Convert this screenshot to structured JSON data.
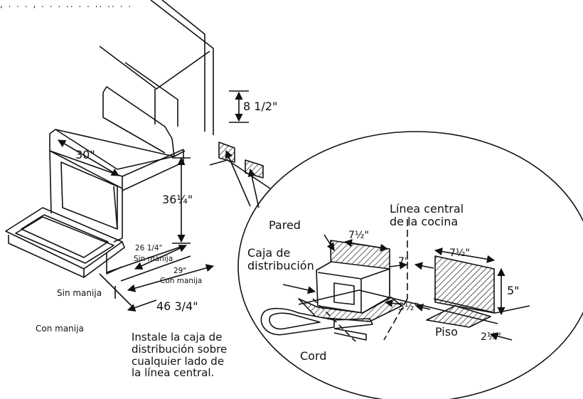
{
  "header_text": ", . . . , . . . .. . . .. .. . .",
  "dimensions": {
    "width_30": "30\"",
    "height_36": "36¼\"",
    "height_8_5": "8 1/2\"",
    "depth_26_25": "26 1/4\"",
    "depth_29": "29\"",
    "depth_46_75": "46 3/4\"",
    "box_width": "7½\"",
    "center_offset": "7\"",
    "box_gap": "3½\"",
    "outlet_width": "7½\"",
    "outlet_height": "5\"",
    "floor_offset": "2¼\""
  },
  "labels": {
    "sin_manija_small": "Sin manija",
    "con_manija_small": "Con manija",
    "sin_manija": "Sin manija",
    "con_manija": "Con manija",
    "pared": "Pared",
    "linea_central": "Línea central\nde la cocina",
    "caja": "Caja de\ndistribución",
    "piso": "Piso",
    "cord": "Cord"
  },
  "note": "Instale la caja de\ndistribución sobre\ncualquier lado de\nla línea central."
}
